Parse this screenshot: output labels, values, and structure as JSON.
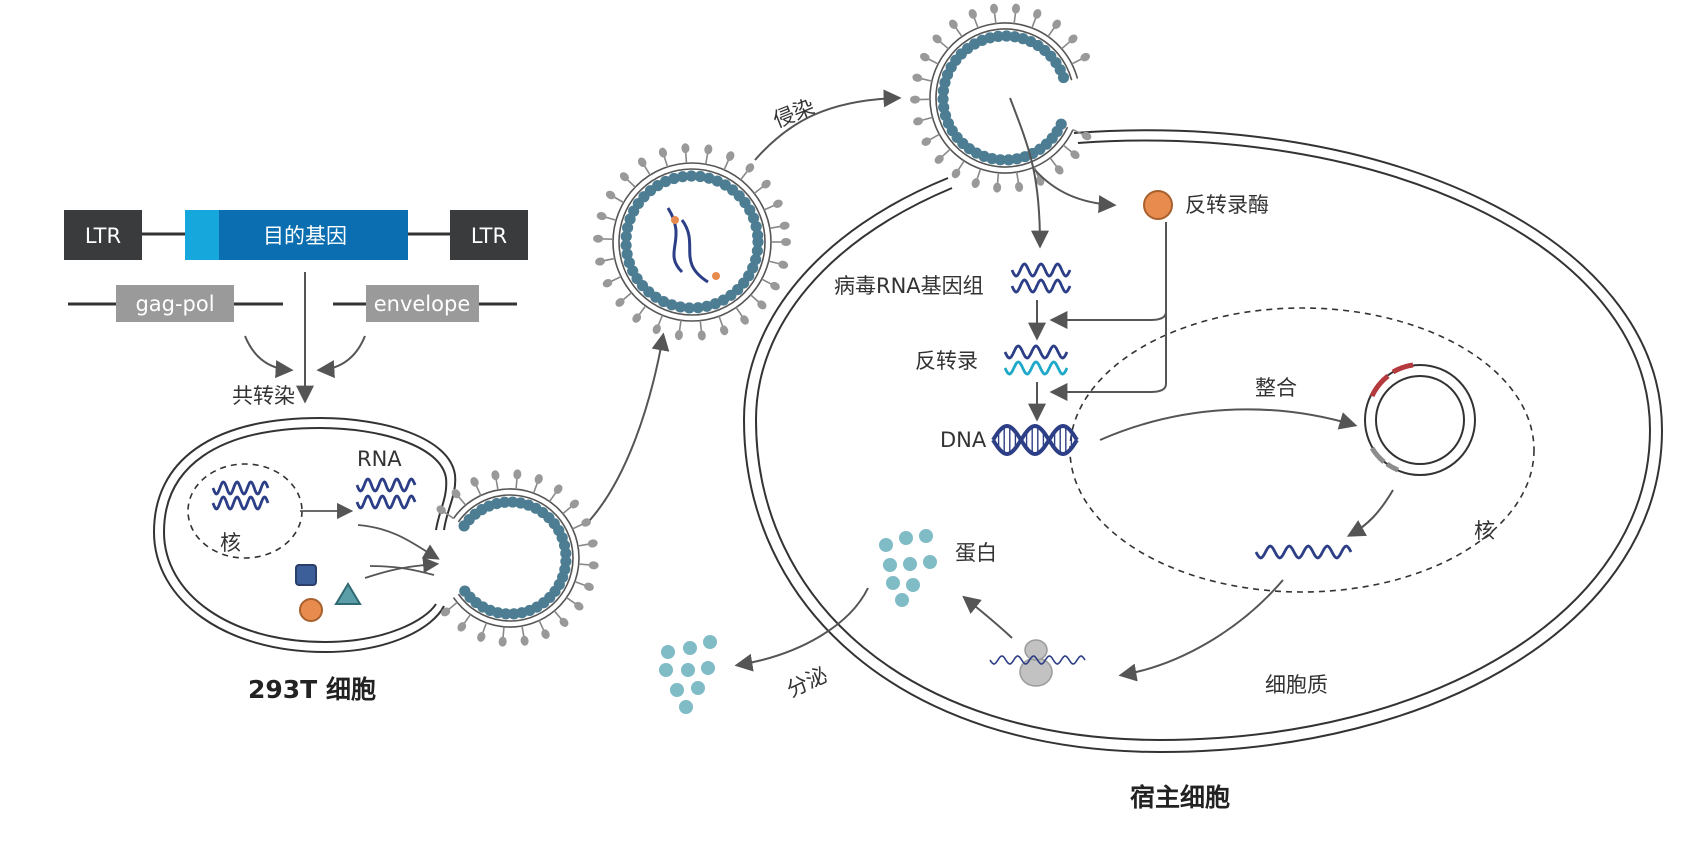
{
  "plasmid": {
    "ltr_left": "LTR",
    "target_gene": "目的基因",
    "ltr_right": "LTR",
    "gag_pol": "gag-pol",
    "envelope": "envelope"
  },
  "labels": {
    "cotransfection": "共转染",
    "rna": "RNA",
    "nucleus_293t": "核",
    "cell_293t": "293T 细胞",
    "infection": "侵染",
    "reverse_transcriptase": "反转录酶",
    "viral_rna_genome": "病毒RNA基因组",
    "reverse_transcription": "反转录",
    "dna": "DNA",
    "integration": "整合",
    "host_nucleus": "核",
    "protein": "蛋白",
    "secretion": "分泌",
    "cytoplasm": "细胞质",
    "host_cell": "宿主细胞"
  },
  "colors": {
    "dark_box": "#3a3b3d",
    "blue_box": "#0a6eb0",
    "blue_accent": "#16a7dc",
    "gray_box": "#9a9a9a",
    "virus_bead": "#4d7d92",
    "wave_navy": "#2c3e86",
    "wave_cyan": "#1ea9c9",
    "enzyme": "#e88b4e",
    "protein": "#7fbcc6",
    "plasmid_red": "#b53a3e",
    "arrow": "#555555"
  }
}
